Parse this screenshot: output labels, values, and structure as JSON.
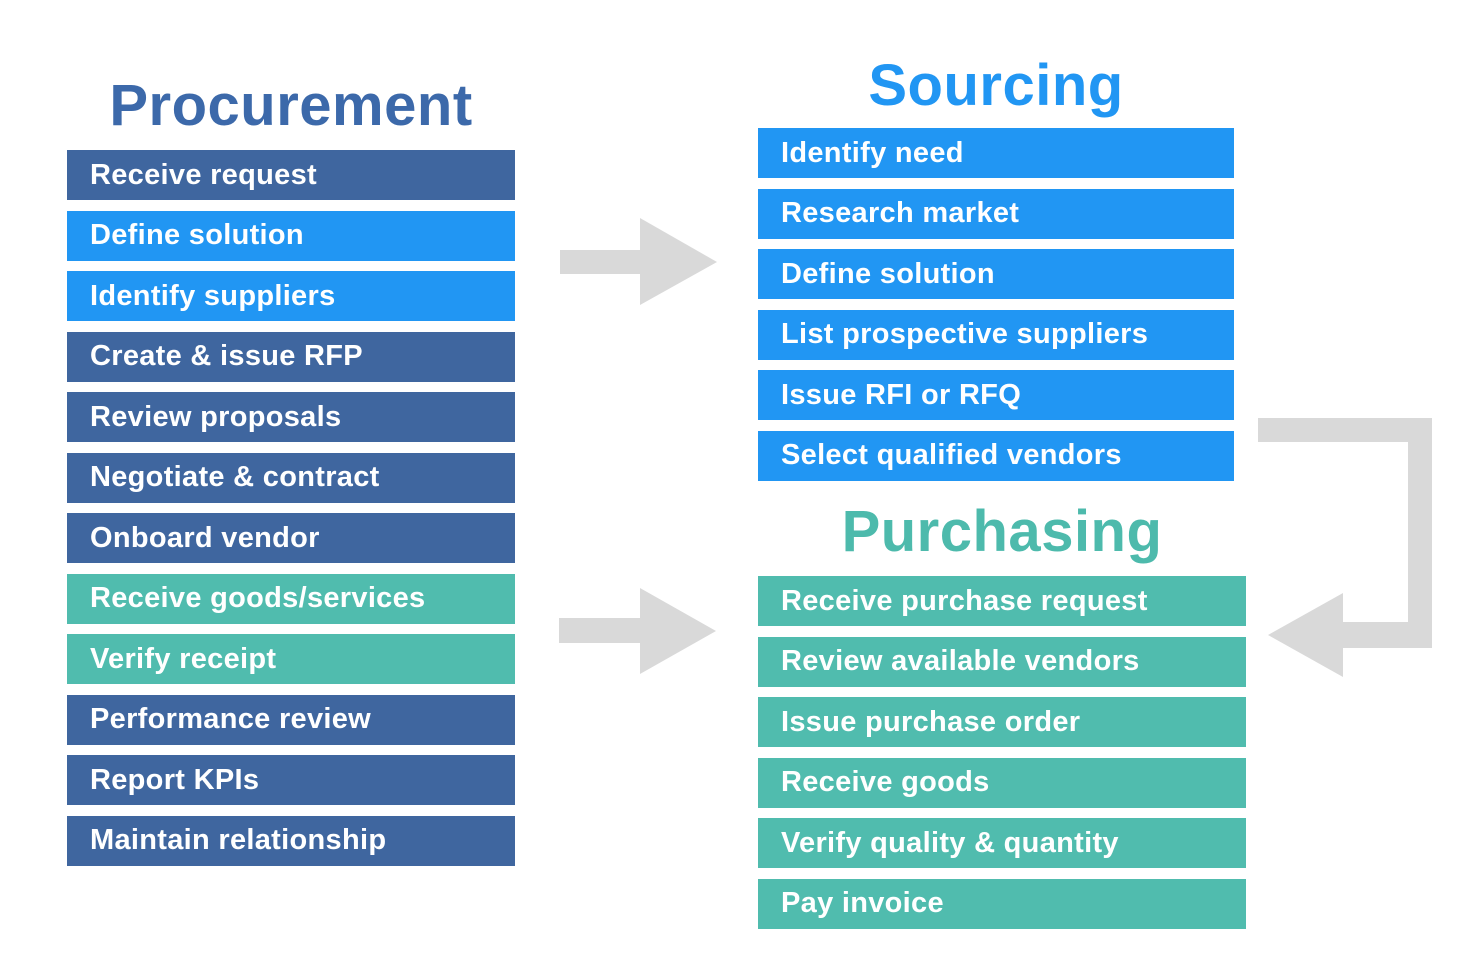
{
  "palette": {
    "dark_blue": "#3f669f",
    "bright_blue": "#2196f3",
    "teal": "#50bcae",
    "arrow_gray": "#d9d9d9",
    "procurement_title_color": "#3c69aa",
    "sourcing_title_color": "#2196f3",
    "purchasing_title_color": "#4dbaac",
    "bar_text_color": "#ffffff",
    "background": "#ffffff"
  },
  "procurement": {
    "title": "Procurement",
    "items": [
      {
        "label": "Receive request",
        "color": "dark_blue"
      },
      {
        "label": "Define solution",
        "color": "bright_blue"
      },
      {
        "label": "Identify suppliers",
        "color": "bright_blue"
      },
      {
        "label": "Create & issue RFP",
        "color": "dark_blue"
      },
      {
        "label": "Review proposals",
        "color": "dark_blue"
      },
      {
        "label": "Negotiate & contract",
        "color": "dark_blue"
      },
      {
        "label": "Onboard vendor",
        "color": "dark_blue"
      },
      {
        "label": "Receive goods/services",
        "color": "teal"
      },
      {
        "label": "Verify receipt",
        "color": "teal"
      },
      {
        "label": "Performance review",
        "color": "dark_blue"
      },
      {
        "label": "Report KPIs",
        "color": "dark_blue"
      },
      {
        "label": "Maintain relationship",
        "color": "dark_blue"
      }
    ]
  },
  "sourcing": {
    "title": "Sourcing",
    "items": [
      {
        "label": "Identify need",
        "color": "bright_blue"
      },
      {
        "label": "Research market",
        "color": "bright_blue"
      },
      {
        "label": "Define solution",
        "color": "bright_blue"
      },
      {
        "label": "List prospective suppliers",
        "color": "bright_blue"
      },
      {
        "label": "Issue RFI or RFQ",
        "color": "bright_blue"
      },
      {
        "label": "Select qualified vendors",
        "color": "bright_blue"
      }
    ]
  },
  "purchasing": {
    "title": "Purchasing",
    "items": [
      {
        "label": "Receive purchase request",
        "color": "teal"
      },
      {
        "label": "Review available vendors",
        "color": "teal"
      },
      {
        "label": "Issue purchase order",
        "color": "teal"
      },
      {
        "label": "Receive goods",
        "color": "teal"
      },
      {
        "label": "Verify quality & quantity",
        "color": "teal"
      },
      {
        "label": "Pay invoice",
        "color": "teal"
      }
    ]
  },
  "connectors": {
    "procurement_to_sourcing": "right-arrow",
    "procurement_to_purchasing": "right-arrow",
    "sourcing_to_purchasing": "elbow-left-arrow"
  }
}
